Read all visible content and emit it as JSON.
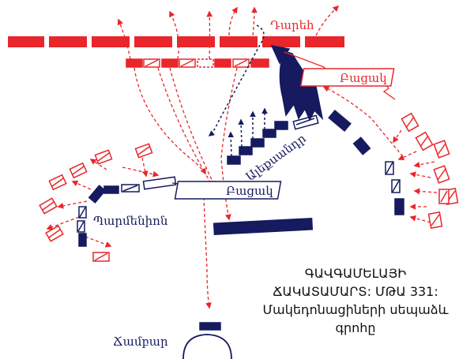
{
  "labels": {
    "darius": "Դարեհ",
    "bessus": "Բացակ",
    "alexander": "Ալեքսանդր",
    "left_army_label": "Բացակ",
    "parmenion": "Պարմենիոն",
    "camp": "Ճամբար"
  },
  "caption": {
    "line1": "ԳԱՎԳԱՄԵԼԱՅԻ",
    "line2": "ՃԱԿԱՏԱՄԱՐՏ: ՄԹԱ 331:",
    "line3": "Մակեդոնացիների սեպաձև",
    "line4": "գրոհը"
  },
  "colors": {
    "persian": "#e8262b",
    "macedonian": "#151b5e",
    "background": "#ffffff"
  },
  "legend_icons": [
    "red-arrow-icon",
    "blue-arrow-icon",
    "red-block-icon",
    "blue-block-icon"
  ]
}
